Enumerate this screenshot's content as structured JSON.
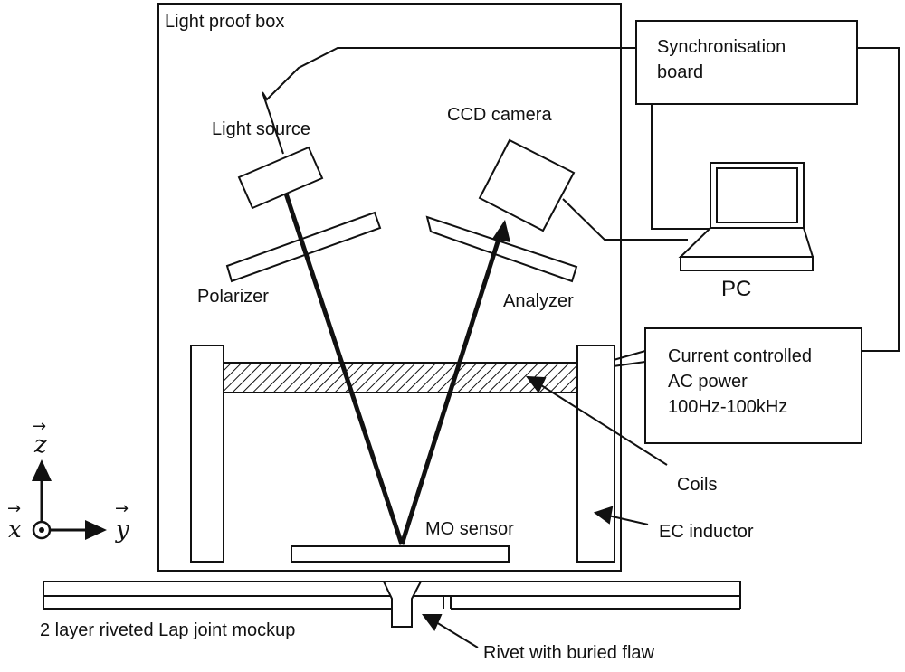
{
  "labels": {
    "light_proof_box": "Light proof box",
    "sync_board_line1": "Synchronisation",
    "sync_board_line2": "board",
    "light_source": "Light source",
    "ccd_camera": "CCD camera",
    "polarizer": "Polarizer",
    "analyzer": "Analyzer",
    "pc": "PC",
    "ac_line1": "Current controlled",
    "ac_line2": "AC power",
    "ac_line3": "100Hz-100kHz",
    "coils": "Coils",
    "mo_sensor": "MO sensor",
    "ec_inductor": "EC inductor",
    "mockup": "2 layer riveted Lap joint mockup",
    "rivet": "Rivet with buried flaw"
  },
  "axes": {
    "z": "z",
    "x": "x",
    "y": "y",
    "vector_mark": "→"
  }
}
